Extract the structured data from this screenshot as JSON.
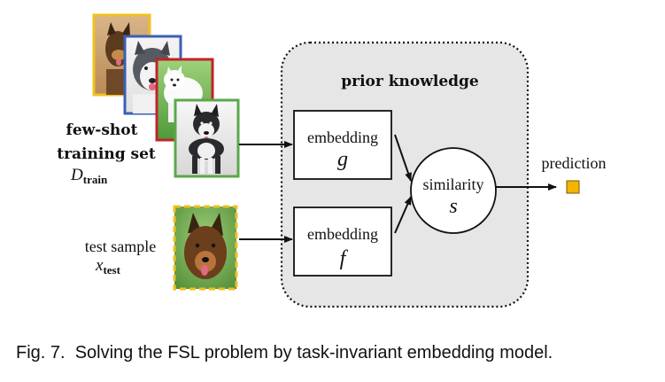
{
  "diagram": {
    "prior_knowledge_label": "prior knowledge",
    "training_set": {
      "line1": "few-shot",
      "line2": "training set",
      "symbol": "D",
      "subscript": "train"
    },
    "test_sample": {
      "line1": "test sample",
      "symbol": "x",
      "subscript": "test"
    },
    "embedding_g": {
      "label": "embedding",
      "symbol": "g"
    },
    "embedding_f": {
      "label": "embedding",
      "symbol": "f"
    },
    "similarity": {
      "label": "similarity",
      "symbol": "s"
    },
    "prediction_label": "prediction"
  },
  "caption": {
    "text": "Fig. 7.  Solving the FSL problem by task-invariant embedding model."
  },
  "colors": {
    "prior_knowledge_bg": "#e6e6e6",
    "frame_yellow": "#f2c01e",
    "frame_blue": "#3b5fb8",
    "frame_red": "#c0242b",
    "frame_green": "#5aa84a",
    "prediction_square": "#f5b400"
  }
}
